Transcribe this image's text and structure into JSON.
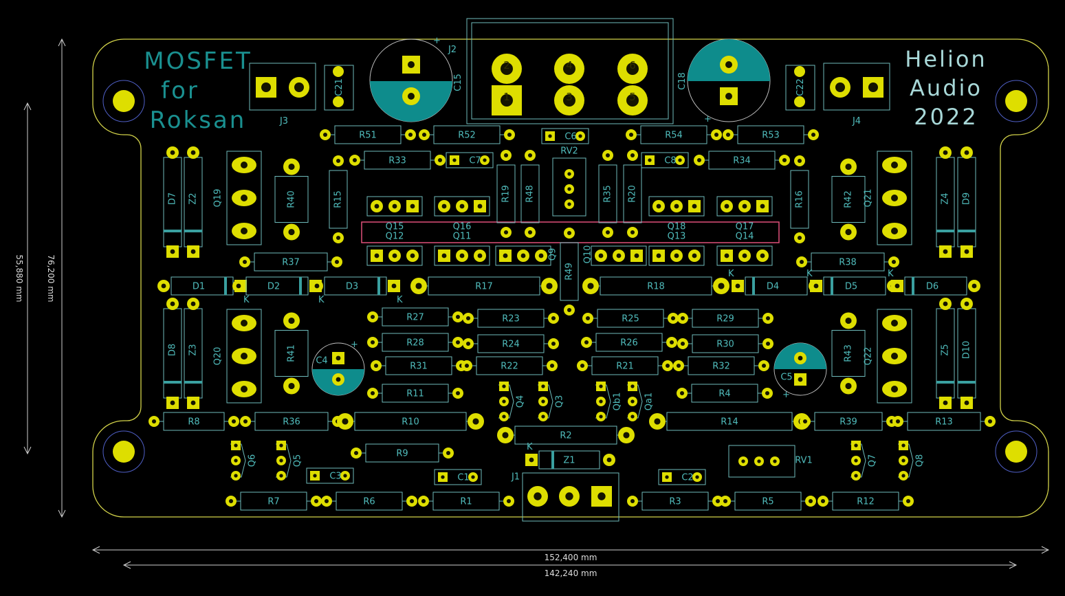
{
  "board": {
    "title_left": [
      "MOSFET",
      "for",
      "Roksan"
    ],
    "title_right": [
      "Helion",
      "Audio",
      "2022"
    ],
    "colors": {
      "background": "#000000",
      "edge_cuts": "#d4d44a",
      "pads": "#dede00",
      "silkscreen": "#46b4b4",
      "capacitor_fill": "#0e8c8c",
      "highlight": "#e0507a",
      "dimensions": "#cfcfcf"
    }
  },
  "dimensions": {
    "width_outer": "152,400 mm",
    "width_inner": "142,240 mm",
    "height_outer": "76,200 mm",
    "height_inner": "55,880 mm"
  },
  "connector_j2": {
    "ref": "J2",
    "pins": [
      "2",
      "4",
      "6",
      "1",
      "3",
      "5"
    ]
  },
  "references": {
    "J3": "J3",
    "J4": "J4",
    "J1": "J1",
    "C15": "C15",
    "C18": "C18",
    "C21": "C21",
    "C22": "C22",
    "C6": "C6",
    "C7": "C7",
    "C8": "C8",
    "C4": "C4",
    "C5": "C5",
    "C1": "C1",
    "C2": "C2",
    "C3": "C3",
    "RV1": "RV1",
    "RV2": "RV2",
    "R51": "R51",
    "R52": "R52",
    "R53": "R53",
    "R54": "R54",
    "R33": "R33",
    "R34": "R34",
    "R15": "R15",
    "R16": "R16",
    "R19": "R19",
    "R48": "R48",
    "R35": "R35",
    "R20": "R20",
    "R40": "R40",
    "R42": "R42",
    "R41": "R41",
    "R43": "R43",
    "R37": "R37",
    "R38": "R38",
    "R17": "R17",
    "R18": "R18",
    "R49": "R49",
    "R27": "R27",
    "R23": "R23",
    "R25": "R25",
    "R29": "R29",
    "R28": "R28",
    "R24": "R24",
    "R26": "R26",
    "R30": "R30",
    "R31": "R31",
    "R22": "R22",
    "R21": "R21",
    "R32": "R32",
    "R11": "R11",
    "R4": "R4",
    "R8": "R8",
    "R36": "R36",
    "R10": "R10",
    "R14": "R14",
    "R39": "R39",
    "R13": "R13",
    "R2": "R2",
    "R9": "R9",
    "R7": "R7",
    "R6": "R6",
    "R1": "R1",
    "R3": "R3",
    "R5": "R5",
    "R12": "R12",
    "Q15": "Q15",
    "Q16": "Q16",
    "Q18": "Q18",
    "Q17": "Q17",
    "Q12": "Q12",
    "Q11": "Q11",
    "Q13": "Q13",
    "Q14": "Q14",
    "Q9": "Q9",
    "Q10": "Q10",
    "Q19": "Q19",
    "Q20": "Q20",
    "Q21": "Q21",
    "Q22": "Q22",
    "Q4": "Q4",
    "Q3": "Q3",
    "Q1b": "Qb1",
    "Q1a": "Qa1",
    "Q5": "Q5",
    "Q6": "Q6",
    "Q7": "Q7",
    "Q8": "Q8",
    "D1": "D1",
    "D2": "D2",
    "D3": "D3",
    "D4": "D4",
    "D5": "D5",
    "D6": "D6",
    "D7": "D7",
    "D8": "D8",
    "D9": "D9",
    "D10": "D10",
    "Z1": "Z1",
    "Z2": "Z2",
    "Z3": "Z3",
    "Z4": "Z4",
    "Z5": "Z5",
    "K": "K",
    "plus": "+"
  }
}
